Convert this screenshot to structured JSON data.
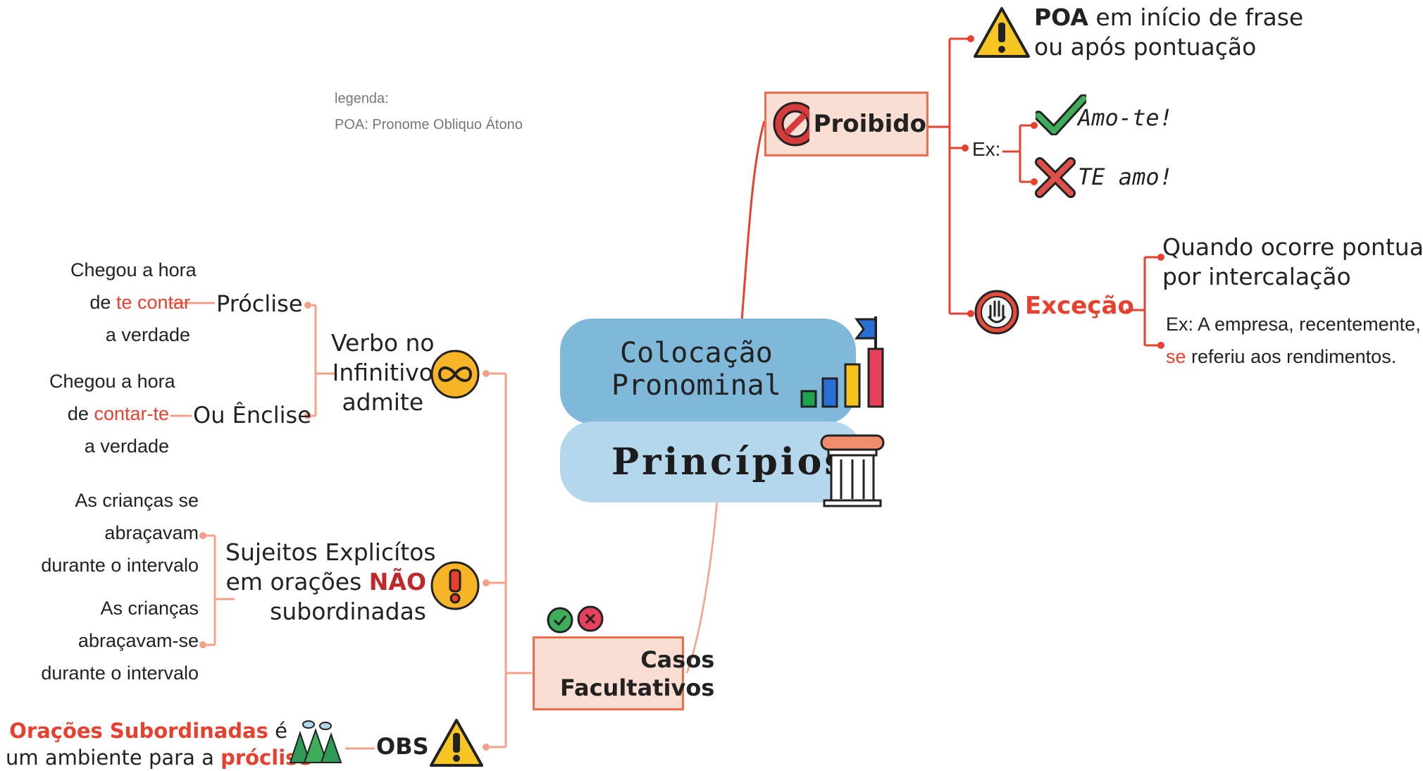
{
  "legend": {
    "line1": "legenda:",
    "line2": "POA: Pronome Obliquo Átono"
  },
  "center": {
    "title_line1": "Colocação",
    "title_line2": "Pronominal",
    "subtitle": "Princípios"
  },
  "proibido": {
    "label": "Proibido",
    "rule_bold": "POA",
    "rule_rest_line1": "em início de frase",
    "rule_line2": "ou após pontuação",
    "ex_label": "Ex:",
    "ex_correct": "Amo-te!",
    "ex_wrong": "TE amo!",
    "excecao_label": "Exceção",
    "excecao_line1": "Quando ocorre pontuação",
    "excecao_line2": "por intercalação",
    "excecao_ex_line1": "Ex: A empresa, recentemente,",
    "excecao_ex_line2_red": "se",
    "excecao_ex_line2_rest": "referiu aos rendimentos."
  },
  "casos": {
    "label_line1": "Casos",
    "label_line2": "Facultativos",
    "verbo": {
      "line1": "Verbo no",
      "line2": "Infinitivo",
      "line3": "admite",
      "proclise": "Próclise",
      "proclise_ex_line1": "Chegou a hora",
      "proclise_ex_line2_pre": "de",
      "proclise_ex_line2_red": "te contar",
      "proclise_ex_line3": "a verdade",
      "enclise": "Ou Ênclise",
      "enclise_ex_line1": "Chegou a hora",
      "enclise_ex_line2_pre": "de",
      "enclise_ex_line2_red": "contar-te",
      "enclise_ex_line3": "a verdade"
    },
    "sujeitos": {
      "line1": "Sujeitos Explicítos",
      "line2_pre": "em orações",
      "line2_bold": "NÃO",
      "line3": "subordinadas",
      "ex1_line1": "As crianças se",
      "ex1_line2": "abraçavam",
      "ex1_line3": "durante o intervalo",
      "ex2_line1": "As crianças",
      "ex2_line2": "abraçavam-se",
      "ex2_line3": "durante o intervalo"
    },
    "obs": {
      "label": "OBS",
      "line1_red": "Orações Subordinadas",
      "line1_rest": "é",
      "line2_pre": "um ambiente para a",
      "line2_red": "próclise"
    }
  },
  "colors": {
    "accent_red": "#e8402f",
    "branch_orange": "#f26b4d",
    "box_fill": "#fbded3",
    "cloud_dark": "#7fb8d9",
    "cloud_light": "#b5d7eb"
  }
}
